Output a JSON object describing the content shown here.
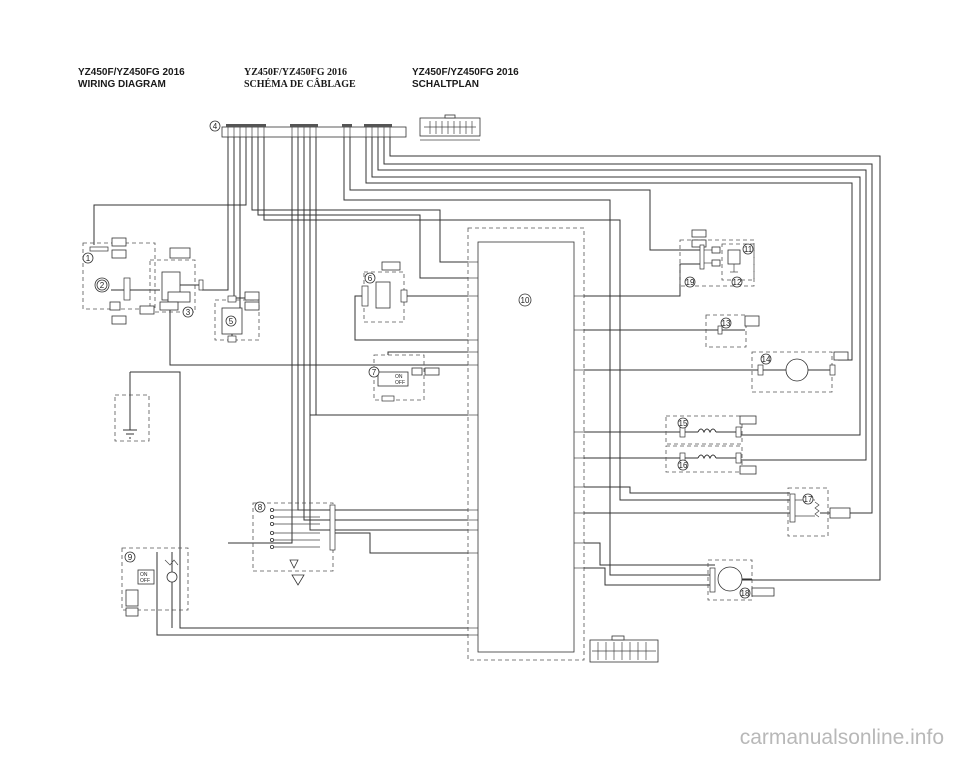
{
  "titles": {
    "english": {
      "model": "YZ450F/YZ450FG 2016",
      "subtitle": "WIRING DIAGRAM"
    },
    "french": {
      "model": "YZ450F/YZ450FG 2016",
      "subtitle": "SCHÉMA DE CÂBLAGE"
    },
    "german": {
      "model": "YZ450F/YZ450FG 2016",
      "subtitle": "SCHALTPLAN"
    }
  },
  "callouts": [
    "1",
    "2",
    "3",
    "4",
    "5",
    "6",
    "7",
    "8",
    "9",
    "10",
    "11",
    "12",
    "13",
    "14",
    "15",
    "16",
    "17",
    "18",
    "19"
  ],
  "switch_labels": {
    "main_on": "ON",
    "main_off": "OFF",
    "kill_on": "ON",
    "kill_off": "OFF"
  },
  "watermark": "carmanualsonline.info"
}
